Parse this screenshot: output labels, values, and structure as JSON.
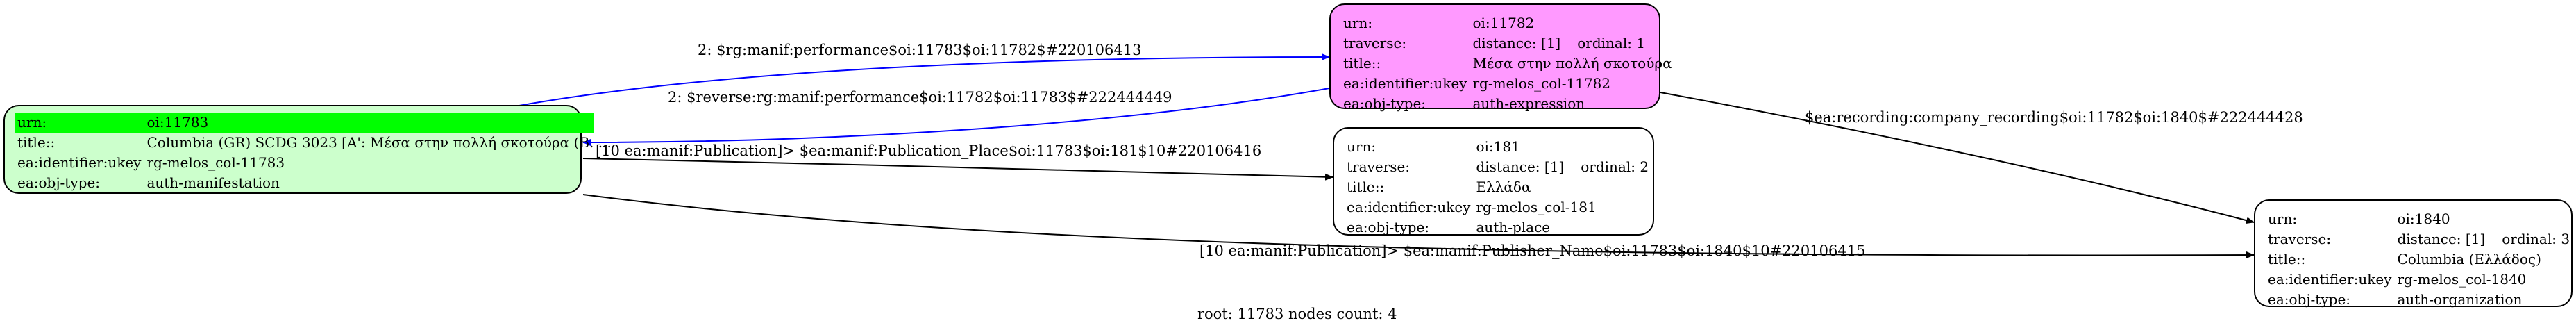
{
  "colors": {
    "manifestation_fill": "#ccffcc",
    "expression_fill": "#ff99ff",
    "neutral_fill": "#ffffff",
    "highlight": "#00ff00",
    "blue_edge": "#0000ff",
    "black_edge": "#000000"
  },
  "nodes": {
    "manifestation": {
      "urn_key": "urn:",
      "urn_val": "oi:11783",
      "title_key": "title::",
      "title_val": "Columbia (GR) SCDG 3023 [A': Μέσα στην πολλή σκοτούρα (B. ...",
      "ident_key": "ea:identifier:ukey",
      "ident_val": "rg-melos_col-11783",
      "type_key": "ea:obj-type:",
      "type_val": "auth-manifestation"
    },
    "expression": {
      "urn_key": "urn:",
      "urn_val": "oi:11782",
      "traverse_key": "traverse:",
      "distance": "distance: [1]",
      "ordinal": "ordinal: 1",
      "title_key": "title::",
      "title_val": "Μέσα στην πολλή σκοτούρα",
      "ident_key": "ea:identifier:ukey",
      "ident_val": "rg-melos_col-11782",
      "type_key": "ea:obj-type:",
      "type_val": "auth-expression"
    },
    "place": {
      "urn_key": "urn:",
      "urn_val": "oi:181",
      "traverse_key": "traverse:",
      "distance": "distance: [1]",
      "ordinal": "ordinal: 2",
      "title_key": "title::",
      "title_val": "Ελλάδα",
      "ident_key": "ea:identifier:ukey",
      "ident_val": "rg-melos_col-181",
      "type_key": "ea:obj-type:",
      "type_val": "auth-place"
    },
    "organization": {
      "urn_key": "urn:",
      "urn_val": "oi:1840",
      "traverse_key": "traverse:",
      "distance": "distance: [1]",
      "ordinal": "ordinal: 3",
      "title_key": "title::",
      "title_val": "Columbia (Ελλάδος)",
      "ident_key": "ea:identifier:ukey",
      "ident_val": "rg-melos_col-1840",
      "type_key": "ea:obj-type:",
      "type_val": "auth-organization"
    }
  },
  "edges": {
    "performance": "2: $rg:manif:performance$oi:11783$oi:11782$#220106413",
    "reverse_performance": "2: $reverse:rg:manif:performance$oi:11782$oi:11783$#222444449",
    "publication_place": "[10 ea:manif:Publication]> $ea:manif:Publication_Place$oi:11783$oi:181$10#220106416",
    "publisher_name": "[10 ea:manif:Publication]> $ea:manif:Publisher_Name$oi:11783$oi:1840$10#220106415",
    "company_recording": "$ea:recording:company_recording$oi:11782$oi:1840$#222444428"
  },
  "footer": "root: 11783 nodes count: 4"
}
